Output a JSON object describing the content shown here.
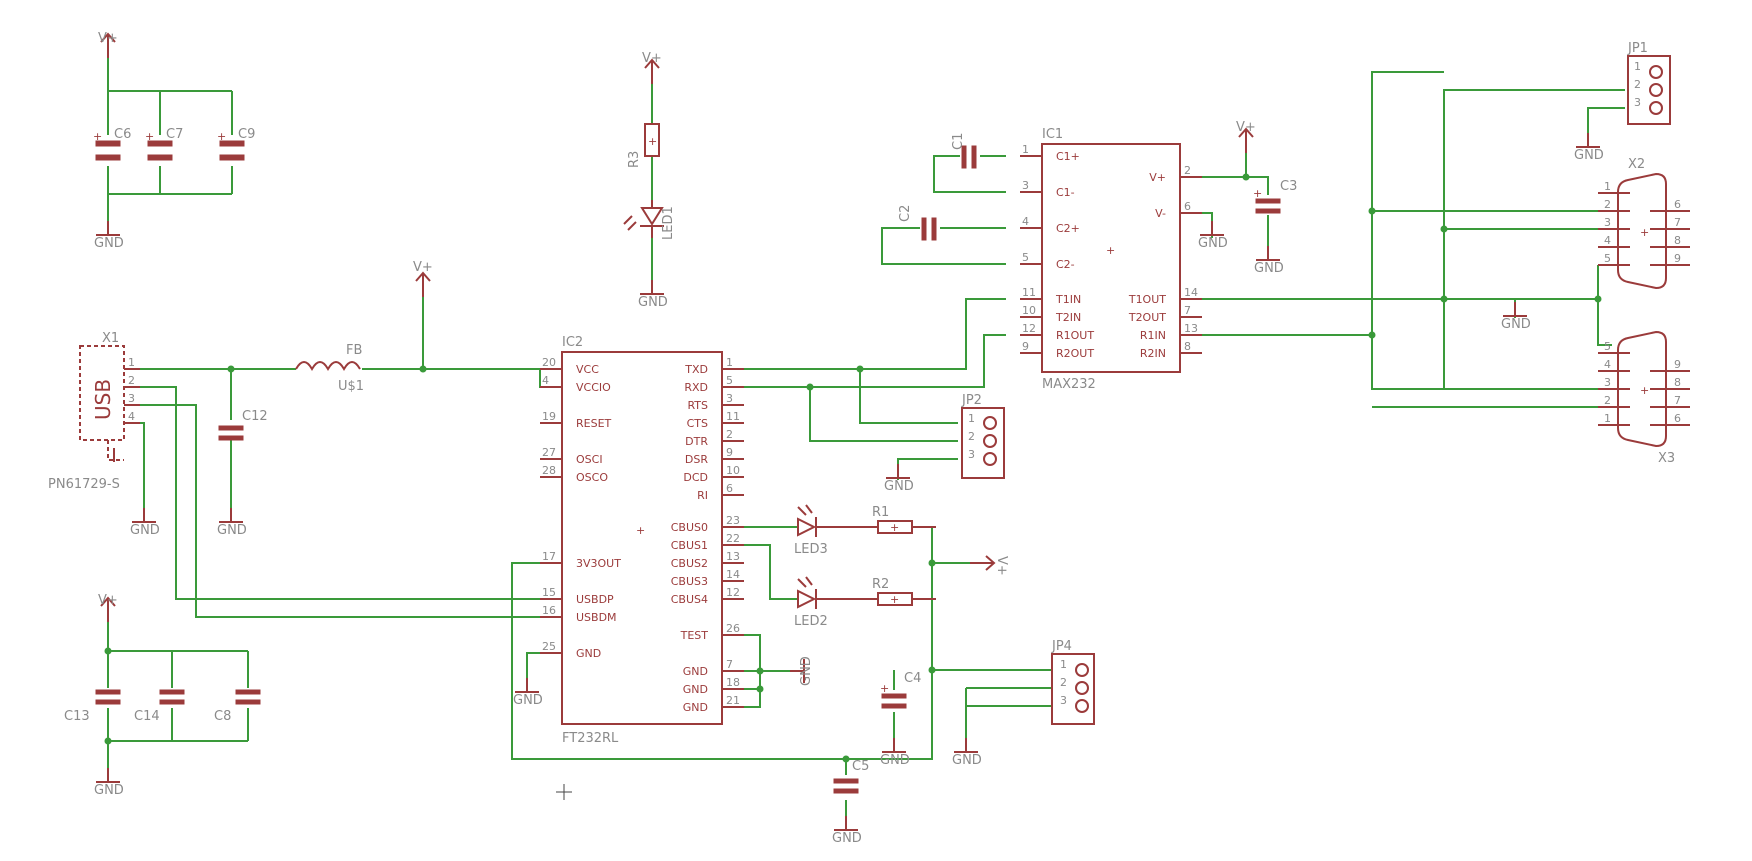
{
  "supply": {
    "vplus": "V+",
    "gnd": "GND"
  },
  "ic2": {
    "name": "IC2",
    "value": "FT232RL",
    "pins_left": [
      {
        "num": "20",
        "name": "VCC"
      },
      {
        "num": "4",
        "name": "VCCIO"
      },
      {
        "num": "19",
        "name": "RESET"
      },
      {
        "num": "27",
        "name": "OSCI"
      },
      {
        "num": "28",
        "name": "OSCO"
      },
      {
        "num": "17",
        "name": "3V3OUT"
      },
      {
        "num": "15",
        "name": "USBDP"
      },
      {
        "num": "16",
        "name": "USBDM"
      },
      {
        "num": "25",
        "name": "GND"
      }
    ],
    "pins_right": [
      {
        "num": "1",
        "name": "TXD"
      },
      {
        "num": "5",
        "name": "RXD"
      },
      {
        "num": "3",
        "name": "RTS"
      },
      {
        "num": "11",
        "name": "CTS"
      },
      {
        "num": "2",
        "name": "DTR"
      },
      {
        "num": "9",
        "name": "DSR"
      },
      {
        "num": "10",
        "name": "DCD"
      },
      {
        "num": "6",
        "name": "RI"
      },
      {
        "num": "23",
        "name": "CBUS0"
      },
      {
        "num": "22",
        "name": "CBUS1"
      },
      {
        "num": "13",
        "name": "CBUS2"
      },
      {
        "num": "14",
        "name": "CBUS3"
      },
      {
        "num": "12",
        "name": "CBUS4"
      },
      {
        "num": "26",
        "name": "TEST"
      },
      {
        "num": "7",
        "name": "GND"
      },
      {
        "num": "18",
        "name": "GND"
      },
      {
        "num": "21",
        "name": "GND"
      }
    ]
  },
  "ic1": {
    "name": "IC1",
    "value": "MAX232",
    "pins_left": [
      {
        "num": "1",
        "name": "C1+"
      },
      {
        "num": "3",
        "name": "C1-"
      },
      {
        "num": "4",
        "name": "C2+"
      },
      {
        "num": "5",
        "name": "C2-"
      },
      {
        "num": "11",
        "name": "T1IN"
      },
      {
        "num": "10",
        "name": "T2IN"
      },
      {
        "num": "12",
        "name": "R1OUT"
      },
      {
        "num": "9",
        "name": "R2OUT"
      }
    ],
    "pins_right": [
      {
        "num": "2",
        "name": "V+"
      },
      {
        "num": "6",
        "name": "V-"
      },
      {
        "num": "14",
        "name": "T1OUT"
      },
      {
        "num": "7",
        "name": "T2OUT"
      },
      {
        "num": "13",
        "name": "R1IN"
      },
      {
        "num": "8",
        "name": "R2IN"
      }
    ]
  },
  "x1": {
    "name": "X1",
    "label": "USB",
    "value": "PN61729-S",
    "pins": [
      "1",
      "2",
      "3",
      "4"
    ]
  },
  "x2": {
    "name": "X2",
    "pins_left": [
      "1",
      "2",
      "3",
      "4",
      "5"
    ],
    "pins_right": [
      "6",
      "7",
      "8",
      "9"
    ]
  },
  "x3": {
    "name": "X3",
    "pins_left": [
      "5",
      "4",
      "3",
      "2",
      "1"
    ],
    "pins_right": [
      "9",
      "8",
      "7",
      "6"
    ]
  },
  "jumpers": {
    "jp1": {
      "name": "JP1",
      "pins": [
        "1",
        "2",
        "3"
      ]
    },
    "jp2": {
      "name": "JP2",
      "pins": [
        "1",
        "2",
        "3"
      ]
    },
    "jp4": {
      "name": "JP4",
      "pins": [
        "1",
        "2",
        "3"
      ]
    }
  },
  "components": {
    "c1": "C1",
    "c2": "C2",
    "c3": "C3",
    "c4": "C4",
    "c5": "C5",
    "c6": "C6",
    "c7": "C7",
    "c8": "C8",
    "c9": "C9",
    "c12": "C12",
    "c13": "C13",
    "c14": "C14",
    "r1": "R1",
    "r2": "R2",
    "r3": "R3",
    "led1": "LED1",
    "led2": "LED2",
    "led3": "LED3",
    "fb": "FB",
    "fb_value": "U$1"
  },
  "colors": {
    "wire": "#3a9a3a",
    "symbol": "#9b3b3b",
    "label": "#8a8a8a",
    "background": "#ffffff"
  }
}
